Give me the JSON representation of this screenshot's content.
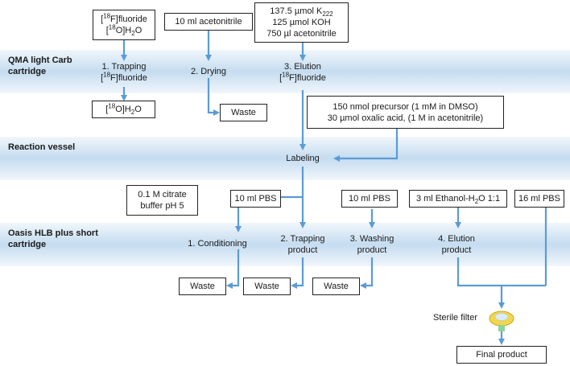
{
  "stages": {
    "qma": "QMA light Carb cartridge",
    "reaction": "Reaction vessel",
    "oasis": "Oasis HLB plus short cartridge"
  },
  "inputs": {
    "fluoride_in": [
      "[18F]fluoride",
      "[18O]H2O"
    ],
    "acetonitrile": "10 ml acetonitrile",
    "elution_mix": [
      "137.5 µmol K222",
      "125 µmol KOH",
      "750 µl acetonitrile"
    ],
    "precursor": [
      "150 nmol precursor (1 mM in DMSO)",
      "30 µmol oxalic acid, (1 M in acetonitrile)"
    ],
    "citrate": [
      "0.1 M citrate",
      "buffer pH 5"
    ],
    "pbs_trap": "10 ml PBS",
    "pbs_wash": "10 ml PBS",
    "ethanol": "3 ml Ethanol-H2O 1:1",
    "pbs_final": "16 ml PBS"
  },
  "steps": {
    "trapping_fluoride": [
      "1. Trapping",
      "[18F]fluoride"
    ],
    "drying": "2. Drying",
    "elution_fluoride": [
      "3. Elution",
      "[18F]fluoride"
    ],
    "labeling": "Labeling",
    "conditioning": "1. Conditioning",
    "trapping_product": [
      "2. Trapping",
      "product"
    ],
    "washing_product": [
      "3. Washing",
      "product"
    ],
    "elution_product": [
      "4. Elution",
      "product"
    ]
  },
  "outputs": {
    "o18_water": "[18O]H2O",
    "waste": "Waste",
    "sterile_filter": "Sterile filter",
    "final_product": "Final product"
  },
  "colors": {
    "band": "#c5dcf0",
    "arrow": "#5b9bd5",
    "filter_ring": "#f2d64b",
    "filter_center": "#d9ecf7",
    "filter_stem": "#8fd39a"
  }
}
